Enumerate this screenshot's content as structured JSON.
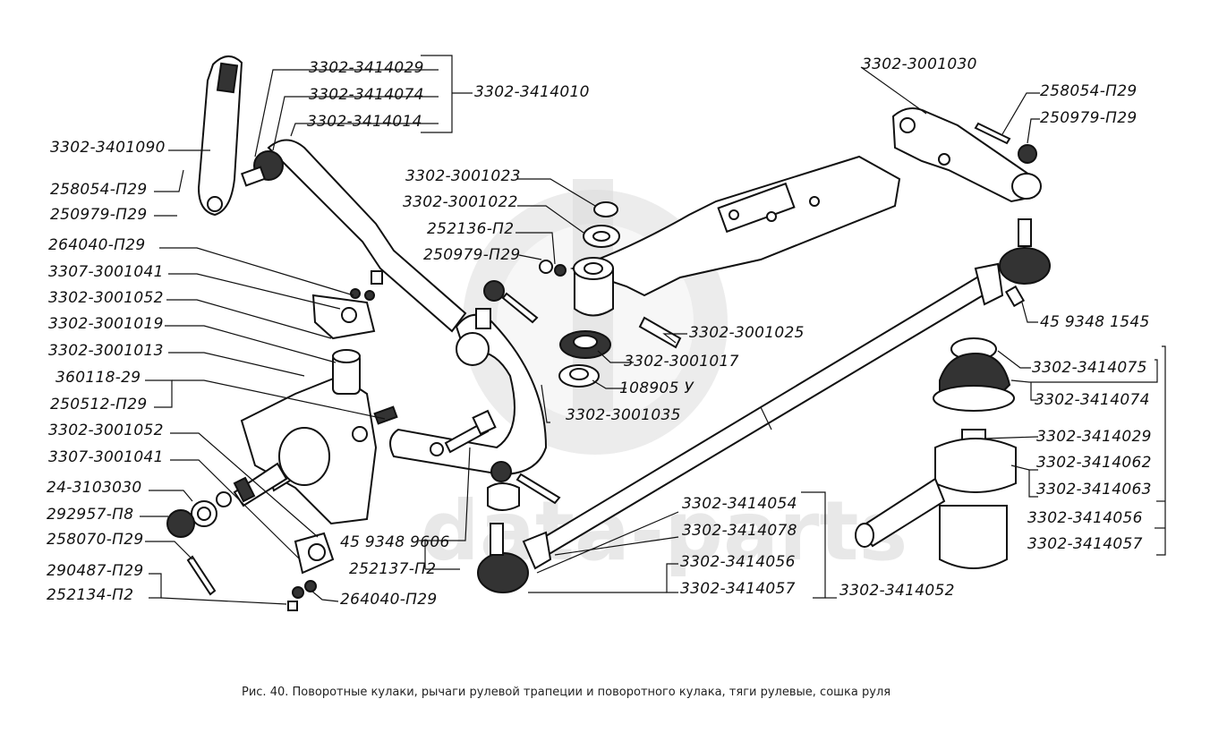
{
  "figure": {
    "caption": "Рис. 40. Поворотные кулаки, рычаги рулевой трапеции и поворотного кулака, тяги рулевые, сошка руля",
    "watermark": "data-parts",
    "watermark_logo": "dp"
  },
  "labels": {
    "top_left": {
      "l3414029": "3302-3414029",
      "l3414074": "3302-3414074",
      "l3414014": "3302-3414014",
      "l3414010": "3302-3414010",
      "l3401090": "3302-3401090",
      "l258054": "258054-П29",
      "l250979": "250979-П29"
    },
    "left": {
      "l264040": "264040-П29",
      "l3001041": "3307-3001041",
      "l3001052": "3302-3001052",
      "l3001019": "3302-3001019",
      "l3001013": "3302-3001013",
      "l360118": "360118-29",
      "l250512": "250512-П29"
    },
    "bottom_left": {
      "l3001052b": "3302-3001052",
      "l3001041b": "3307-3001041",
      "l3103030": "24-3103030",
      "l292957": "292957-П8",
      "l258070": "258070-П29",
      "l290487": "290487-П29",
      "l252134": "252134-П2",
      "l264040b": "264040-П29"
    },
    "center": {
      "l3001023": "3302-3001023",
      "l3001022": "3302-3001022",
      "l252136": "252136-П2",
      "l250979c": "250979-П29",
      "l3001025": "3302-3001025",
      "l3001017": "3302-3001017",
      "l108905": "108905 У",
      "l3001035": "3302-3001035",
      "l9606": "45 9348 9606",
      "l252137": "252137-П2"
    },
    "bottom_center": {
      "l3414054": "3302-3414054",
      "l3414078": "3302-3414078",
      "l3414056": "3302-3414056",
      "l3414057": "3302-3414057",
      "l3414052": "3302-3414052"
    },
    "right": {
      "l3001030": "3302-3001030",
      "l258054r": "258054-П29",
      "l250979r": "250979-П29",
      "l1545": "45 9348 1545",
      "l3414075": "3302-3414075",
      "l3414074r": "3302-3414074",
      "l3414029r": "3302-3414029",
      "l3414062": "3302-3414062",
      "l3414063": "3302-3414063",
      "l3414056r": "3302-3414056",
      "l3414057r": "3302-3414057"
    }
  }
}
